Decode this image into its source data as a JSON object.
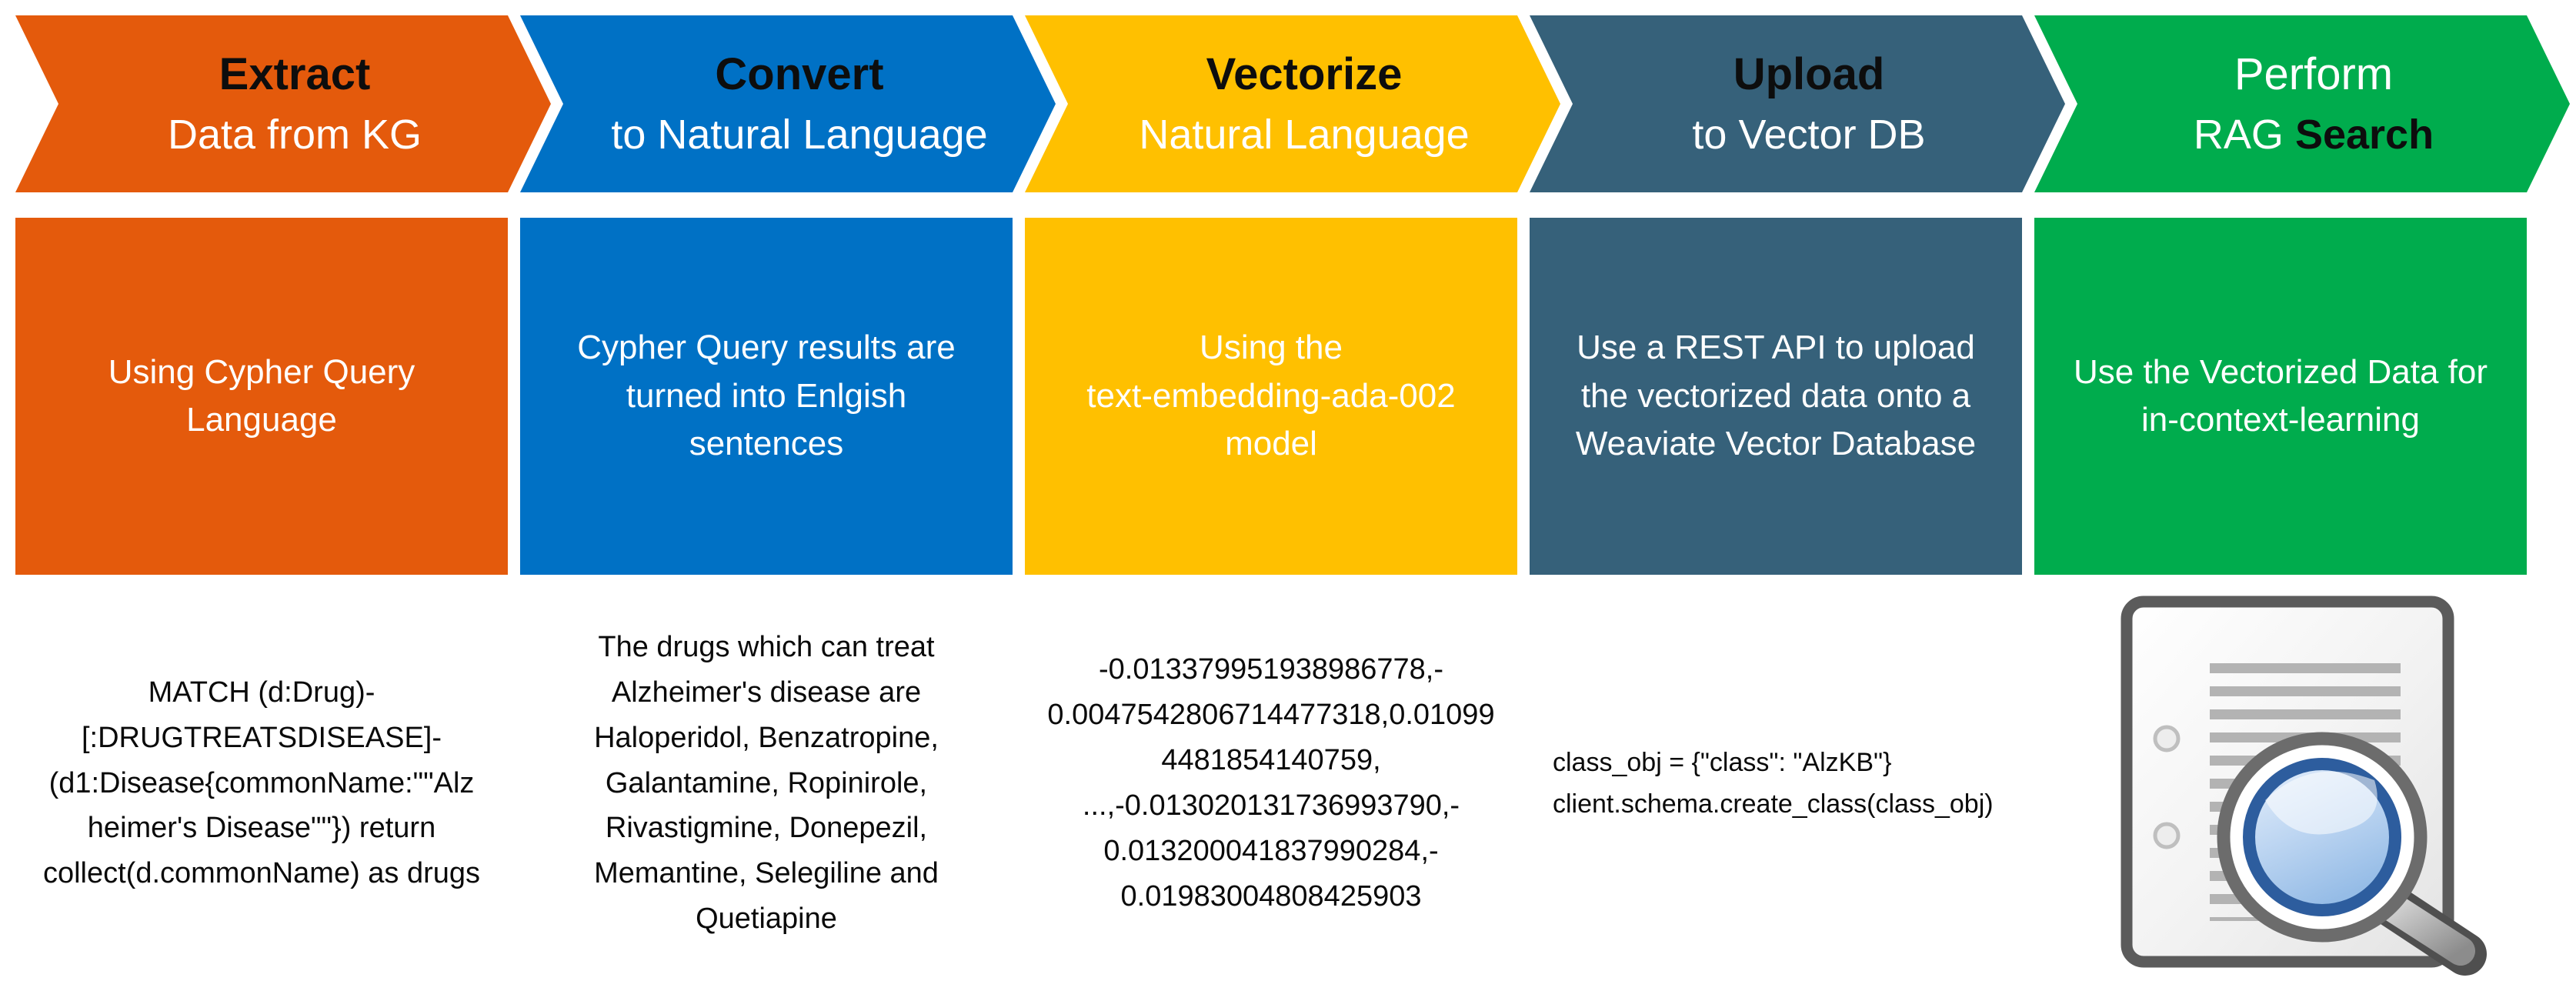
{
  "page": {
    "background": "#ffffff"
  },
  "steps": [
    {
      "name": "extract",
      "color": "#E45A0C",
      "chevron": {
        "title": "Extract",
        "subtitle": "Data from KG"
      },
      "box": [
        "Using Cypher Query",
        "Language"
      ],
      "example": [
        "MATCH (d:Drug)-",
        "[:DRUGTREATSDISEASE]-",
        "(d1:Disease{commonName:\"\"Alz",
        "heimer's Disease\"\"}) return",
        "collect(d.commonName) as drugs"
      ]
    },
    {
      "name": "convert",
      "color": "#0071C5",
      "chevron": {
        "title": "Convert",
        "subtitle": "to Natural Language"
      },
      "box": [
        "Cypher Query results are",
        "turned into Enlgish",
        "sentences"
      ],
      "example": [
        "The drugs which can treat",
        "Alzheimer's disease are",
        "Haloperidol, Benzatropine,",
        "Galantamine, Ropinirole,",
        "Rivastigmine, Donepezil,",
        "Memantine, Selegiline and",
        "Quetiapine"
      ]
    },
    {
      "name": "vectorize",
      "color": "#FFC000",
      "chevron": {
        "title": "Vectorize",
        "subtitle": "Natural Language"
      },
      "box": [
        "Using the",
        "text-embedding-ada-002",
        "model"
      ],
      "example": [
        "-0.013379951938986778,-",
        "0.0047542806714477318,0.01099",
        "4481854140759,",
        "...,-0.013020131736993790,-",
        "0.013200041837990284,-",
        "0.01983004808425903"
      ]
    },
    {
      "name": "upload",
      "color": "#36617A",
      "chevron": {
        "title": "Upload",
        "subtitle": "to Vector DB"
      },
      "box": [
        "Use a REST API to upload",
        "the vectorized data onto a",
        "Weaviate Vector Database"
      ],
      "example": [
        "class_obj = {\"class\": \"AlzKB\"}",
        "client.schema.create_class(class_obj)"
      ]
    },
    {
      "name": "rag-search",
      "color": "#00AC4D",
      "chevron": {
        "title": "Perform",
        "subtitle_prefix": "RAG ",
        "subtitle_bold": "Search"
      },
      "box": [
        "Use the Vectorized Data for",
        "in-context-learning"
      ],
      "example_icon": "document-search-icon"
    }
  ]
}
